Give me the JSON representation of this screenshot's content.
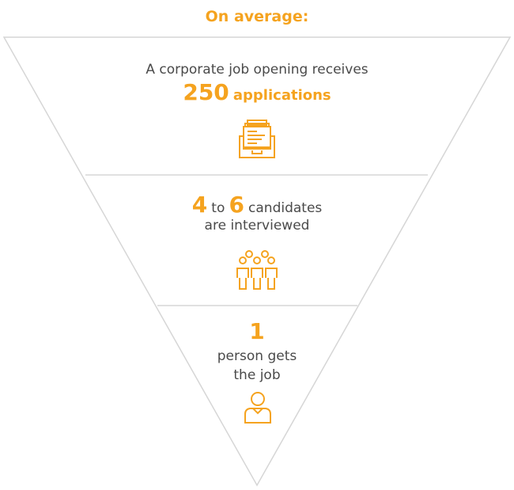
{
  "title": "On average:",
  "tier1": {
    "text": "A corporate job opening receives",
    "number": "250",
    "unit": "applications",
    "icon": "file-drawer-icon"
  },
  "tier2": {
    "from": "4",
    "to_word": "to",
    "to": "6",
    "text1": "candidates",
    "text2": "are interviewed",
    "icon": "group-icon"
  },
  "tier3": {
    "number": "1",
    "text1": "person gets",
    "text2": "the job",
    "icon": "person-icon"
  },
  "colors": {
    "accent": "#f5a31f",
    "text": "#4a4a4a",
    "line": "#d6d6d6"
  }
}
